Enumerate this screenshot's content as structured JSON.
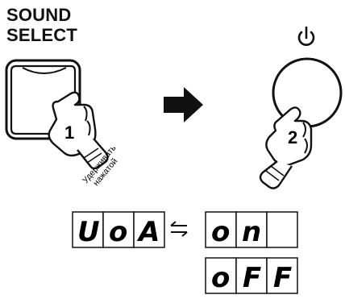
{
  "button_label": {
    "line1": "SOUND",
    "line2": "SELECT"
  },
  "steps": {
    "first": "1",
    "second": "2"
  },
  "hold_text": {
    "line1": "Удерживать",
    "line2": "нажатой"
  },
  "icons": {
    "power": "power-icon",
    "arrow": "right-arrow-icon",
    "swap": "swap-arrows-icon"
  },
  "display": {
    "left": [
      "U",
      "o",
      "A"
    ],
    "right_top": [
      "o",
      "n",
      ""
    ],
    "right_bottom": [
      "o",
      "F",
      "F"
    ]
  }
}
